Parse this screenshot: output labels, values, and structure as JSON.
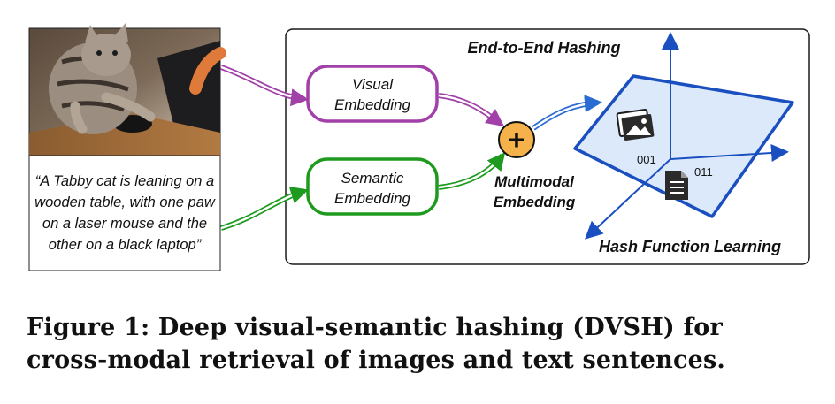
{
  "figure": {
    "title": "End-to-End Hashing",
    "visual_embedding": "Visual Embedding",
    "visual_lines": [
      "Visual",
      "Embedding"
    ],
    "semantic_embedding": "Semantic Embedding",
    "semantic_lines": [
      "Semantic",
      "Embedding"
    ],
    "fusion_symbol": "+",
    "multimodal_lines": [
      "Multimodal",
      "Embedding"
    ],
    "hash_label": "Hash Function Learning",
    "code_image": "001",
    "code_text": "011",
    "image_icon": "image-icon",
    "document_icon": "document-icon",
    "photo": "tabby cat on laptop photo",
    "sentence": "“A Tabby cat is leaning on a wooden table, with one paw on a laser mouse and the other on a black laptop”",
    "colors": {
      "visual": "#a040a8",
      "semantic": "#1e9a1e",
      "fusion": "#f6b24a",
      "hash_space": "#1a4fc0",
      "plane_fill": "#dce9fb"
    }
  },
  "caption": {
    "line1": "Figure 1: Deep visual-semantic hashing (DVSH) for",
    "line2": "cross-modal retrieval of images and text sentences."
  }
}
